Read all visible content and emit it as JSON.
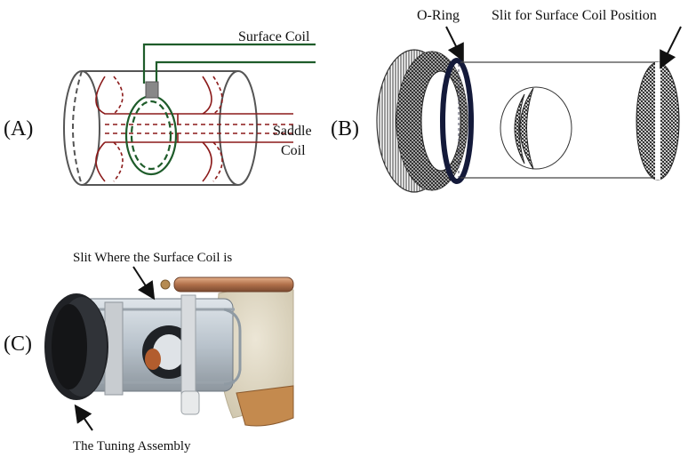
{
  "panels": {
    "a": {
      "letter": "(A)",
      "surface_coil_label": "Surface Coil",
      "saddle_coil_label_line1": "Saddle",
      "saddle_coil_label_line2": "Coil"
    },
    "b": {
      "letter": "(B)",
      "o_ring_label": "O-Ring",
      "slit_label": "Slit for Surface Coil Position"
    },
    "c": {
      "letter": "(C)",
      "slit_label": "Slit Where the Surface Coil is",
      "tuning_label": "The Tuning Assembly"
    }
  },
  "colors": {
    "surface_coil_green": "#1e5c2a",
    "saddle_coil_red": "#8b1a1a",
    "cylinder_gray": "#555555",
    "o_ring_navy": "#141a3a"
  }
}
